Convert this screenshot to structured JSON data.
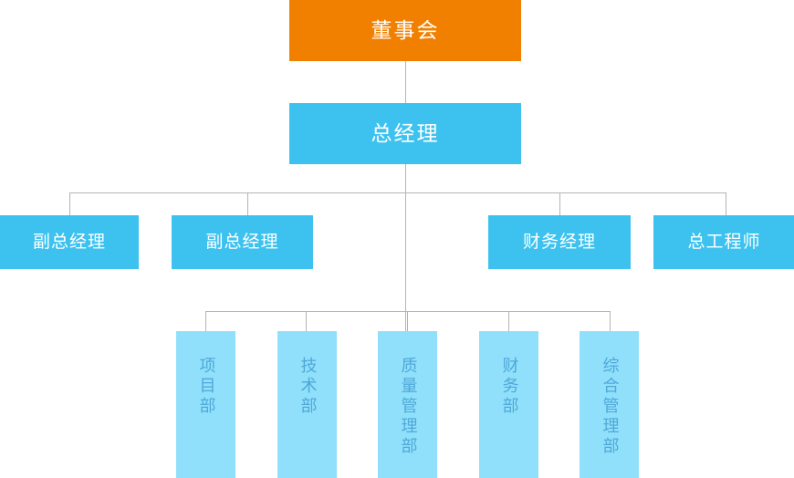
{
  "chart_title": "",
  "colors": {
    "board_bg": "#F28000",
    "manager_bg": "#3DC2EF",
    "department_bg": "#90E0FB",
    "department_text": "#4FA8D8",
    "node_text": "#FFFFFF",
    "connector": "#B4B4B4",
    "page_bg": "#FFFFFF"
  },
  "org": {
    "board": {
      "label": "董事会"
    },
    "general_manager": {
      "label": "总经理"
    },
    "executives": [
      {
        "label": "副总经理"
      },
      {
        "label": "副总经理"
      },
      {
        "label": "财务经理"
      },
      {
        "label": "总工程师"
      }
    ],
    "departments": [
      {
        "label": "项目部"
      },
      {
        "label": "技术部"
      },
      {
        "label": "质量管理部"
      },
      {
        "label": "财务部"
      },
      {
        "label": "综合管理部"
      }
    ]
  },
  "chart_data": {
    "type": "diagram",
    "diagram_kind": "organizational-chart",
    "title": "",
    "levels": [
      {
        "level": 1,
        "nodes": [
          "董事会"
        ]
      },
      {
        "level": 2,
        "nodes": [
          "总经理"
        ]
      },
      {
        "level": 3,
        "nodes": [
          "副总经理",
          "副总经理",
          "财务经理",
          "总工程师"
        ]
      },
      {
        "level": 4,
        "nodes": [
          "项目部",
          "技术部",
          "质量管理部",
          "财务部",
          "综合管理部"
        ]
      }
    ],
    "edges": [
      {
        "from": "董事会",
        "to": "总经理"
      },
      {
        "from": "总经理",
        "to": "副总经理"
      },
      {
        "from": "总经理",
        "to": "副总经理"
      },
      {
        "from": "总经理",
        "to": "财务经理"
      },
      {
        "from": "总经理",
        "to": "总工程师"
      },
      {
        "from": "总经理",
        "to": "项目部"
      },
      {
        "from": "总经理",
        "to": "技术部"
      },
      {
        "from": "总经理",
        "to": "质量管理部"
      },
      {
        "from": "总经理",
        "to": "财务部"
      },
      {
        "from": "总经理",
        "to": "综合管理部"
      }
    ]
  }
}
